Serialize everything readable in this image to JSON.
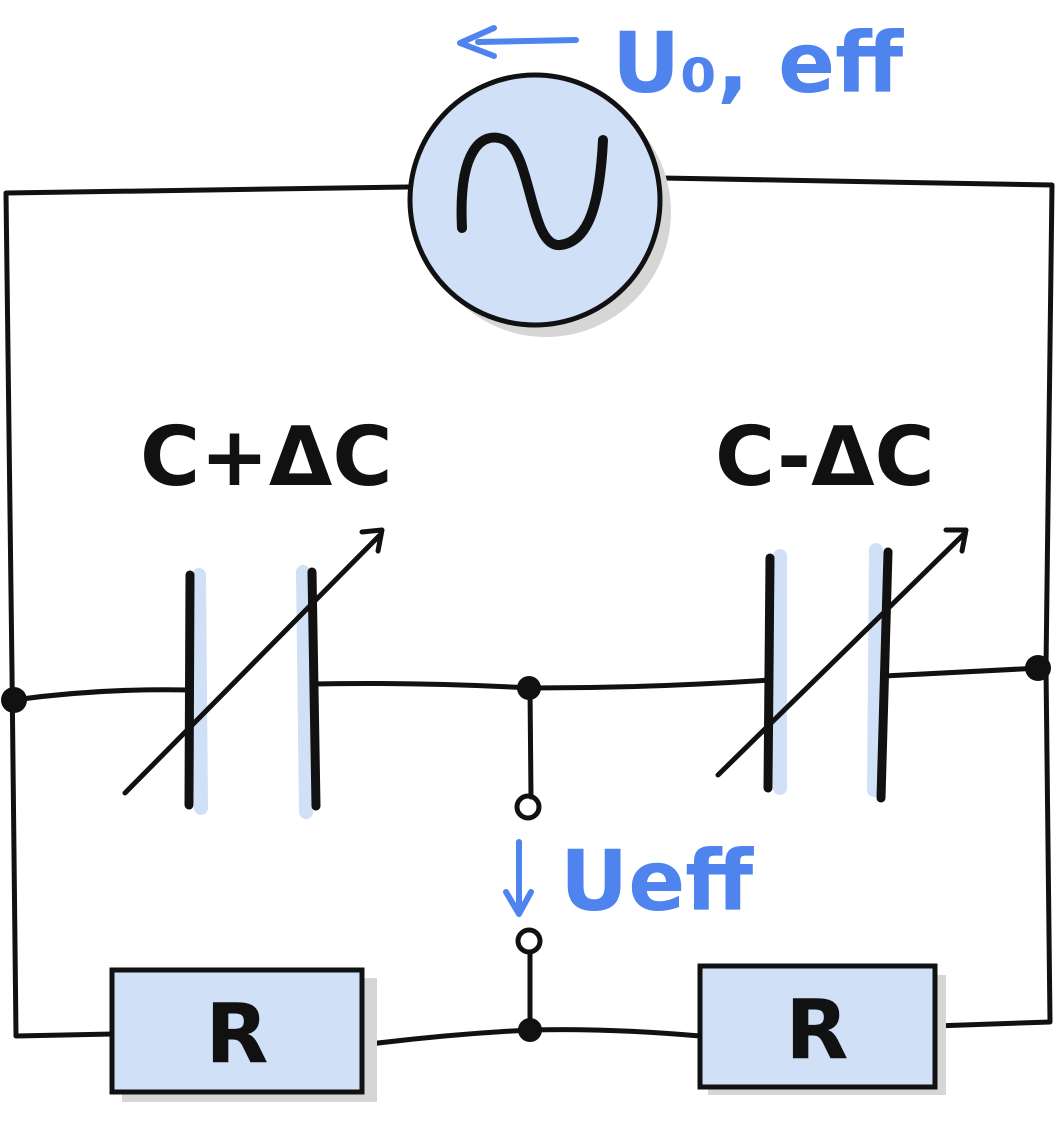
{
  "labels": {
    "source_voltage": "U₀, eff",
    "capacitor_left": "C+ΔC",
    "capacitor_right": "C-ΔC",
    "output_voltage": "Ueff",
    "resistor_left": "R",
    "resistor_right": "R"
  },
  "colors": {
    "ink": "#111111",
    "accent_blue": "#4f83ee",
    "component_fill": "#cfe0f7",
    "shadow": "#cfcfcf"
  },
  "icons": {
    "ac_source": "sine-wave-icon",
    "arrow_source": "arrow-left-icon",
    "arrow_output": "arrow-down-icon"
  }
}
